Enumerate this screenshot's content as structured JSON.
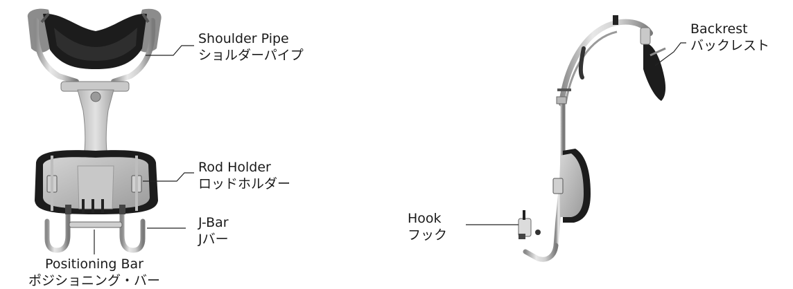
{
  "labels": {
    "shoulder_pipe": {
      "en": "Shoulder Pipe",
      "ja": "ショルダーパイプ"
    },
    "rod_holder": {
      "en": "Rod Holder",
      "ja": "ロッドホルダー"
    },
    "j_bar": {
      "en": "J-Bar",
      "ja": "Jバー"
    },
    "positioning_bar": {
      "en": "Positioning Bar",
      "ja": "ポジショニング・バー"
    },
    "backrest": {
      "en": "Backrest",
      "ja": "バックレスト"
    },
    "hook": {
      "en": "Hook",
      "ja": "フック"
    }
  },
  "colors": {
    "metal_light": "#d9d9d9",
    "metal_mid": "#a9a9a9",
    "metal_dark": "#6e6e6e",
    "pad_black": "#1c1c1c",
    "leader_line": "#222222"
  }
}
